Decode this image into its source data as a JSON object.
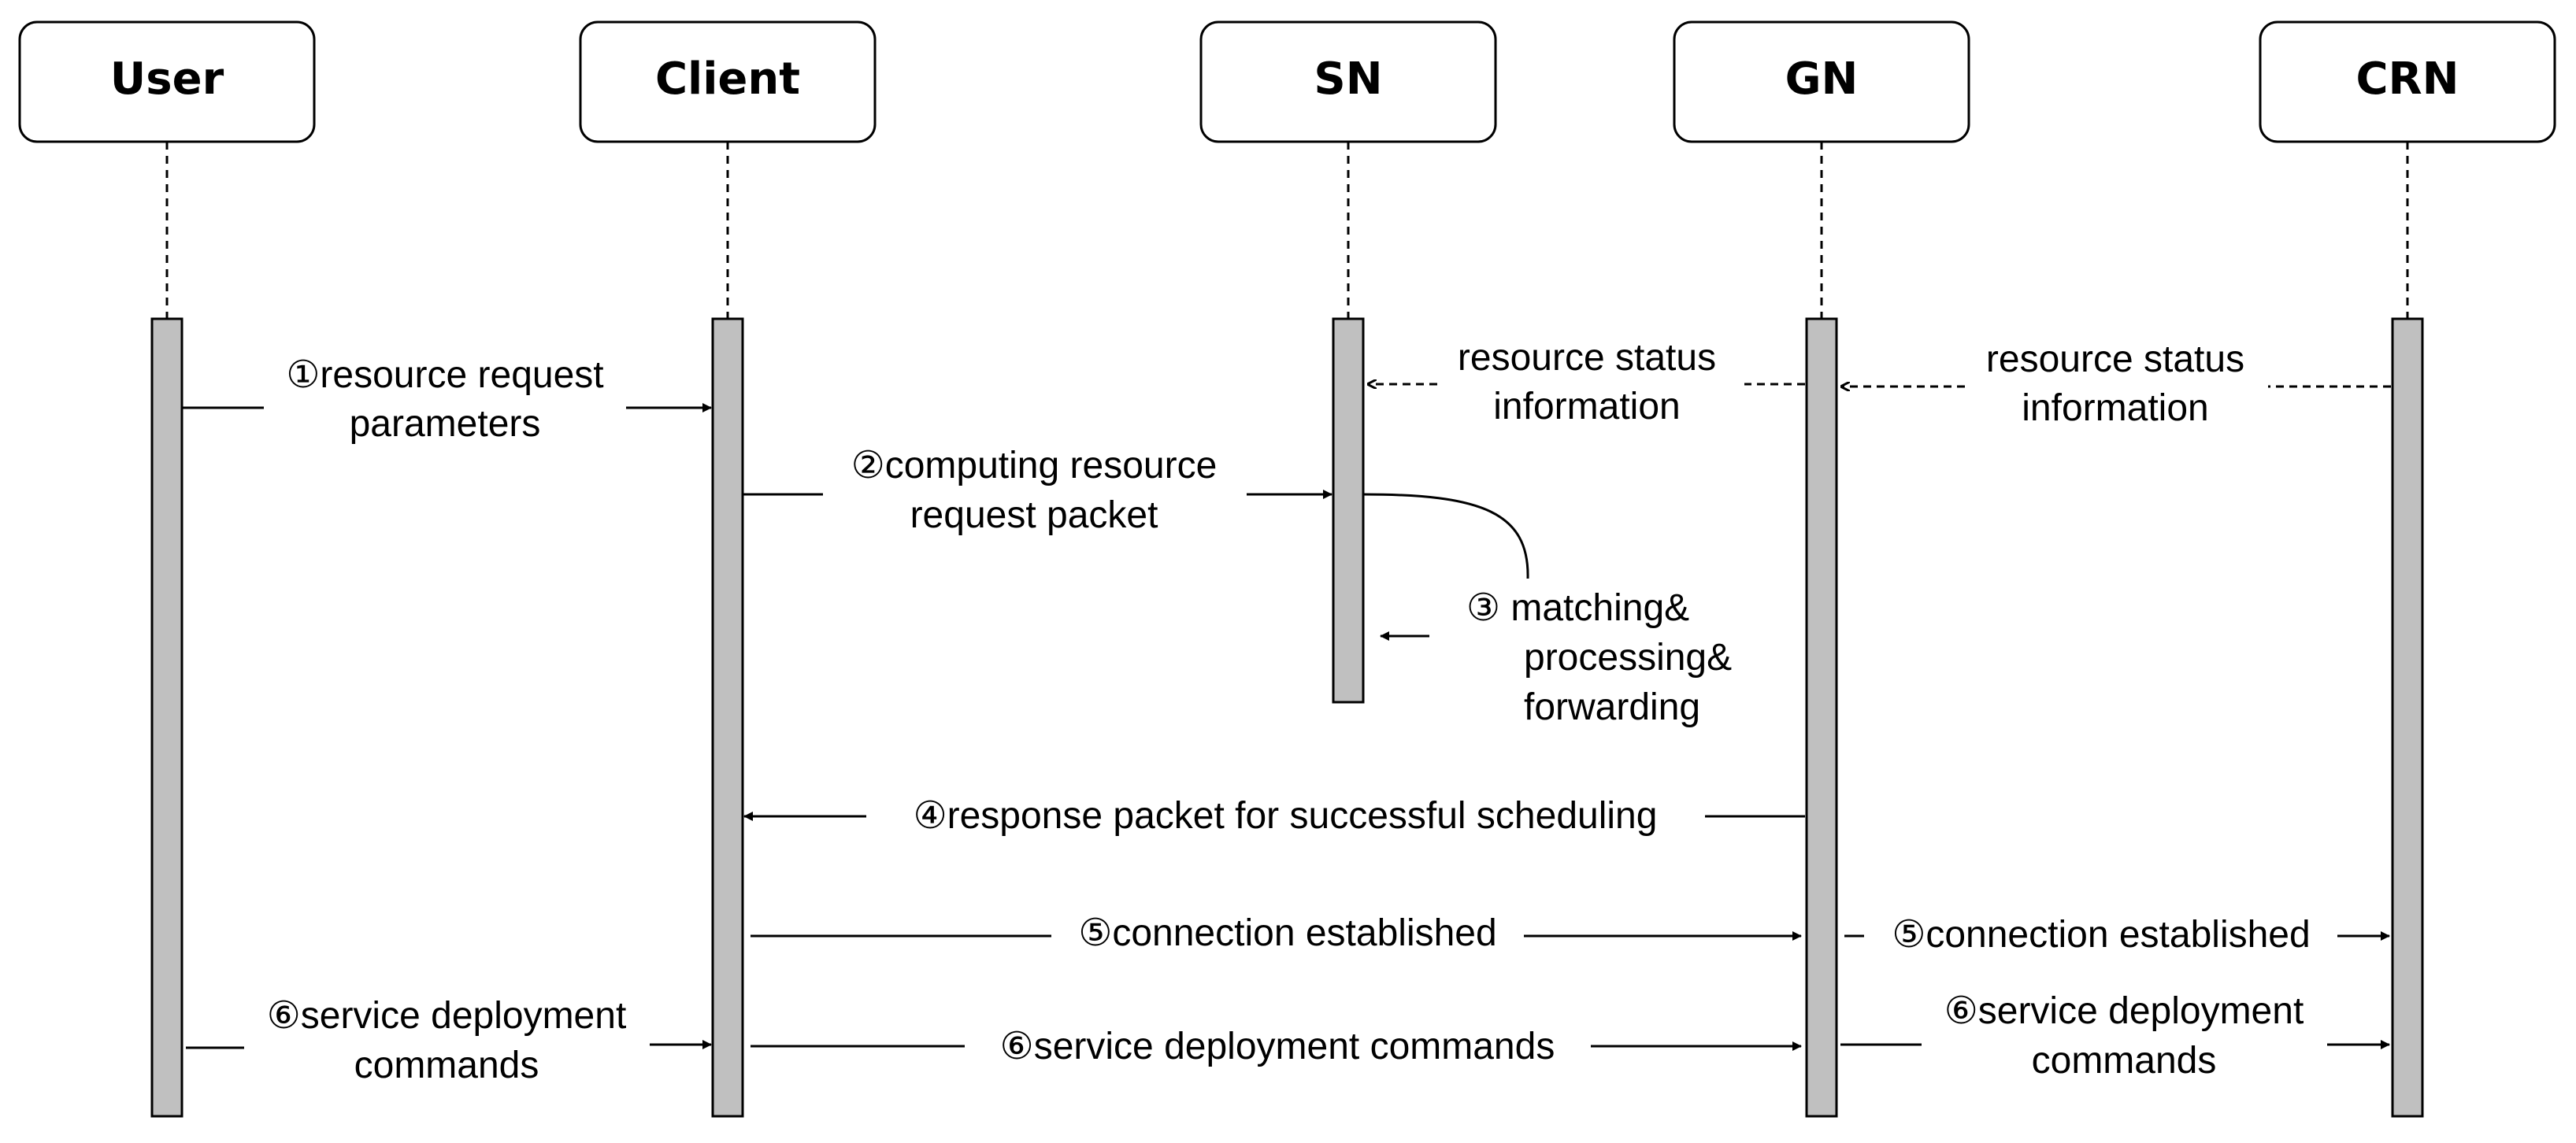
{
  "actors": [
    {
      "id": "user",
      "label": "User"
    },
    {
      "id": "client",
      "label": "Client"
    },
    {
      "id": "sn",
      "label": "SN"
    },
    {
      "id": "gn",
      "label": "GN"
    },
    {
      "id": "crn",
      "label": "CRN"
    }
  ],
  "messages": {
    "m1": [
      "①resource request",
      "parameters"
    ],
    "m2": [
      "②computing resource",
      "request packet"
    ],
    "m3": [
      "③ matching&",
      "processing&",
      "forwarding"
    ],
    "status_gn_sn": [
      "resource status",
      "information"
    ],
    "status_crn_gn": [
      "resource status",
      "information"
    ],
    "m4": [
      "④response packet for successful scheduling"
    ],
    "m5_client_gn": [
      "⑤connection established"
    ],
    "m5_gn_crn": [
      "⑤connection established"
    ],
    "m6_user_client": [
      "⑥service deployment",
      "commands"
    ],
    "m6_client_gn": [
      "⑥service deployment commands"
    ],
    "m6_gn_crn": [
      "⑥service deployment",
      "commands"
    ]
  },
  "colors": {
    "stroke": "#000000",
    "activation_fill": "#c0c0c0",
    "box_fill": "#ffffff"
  }
}
